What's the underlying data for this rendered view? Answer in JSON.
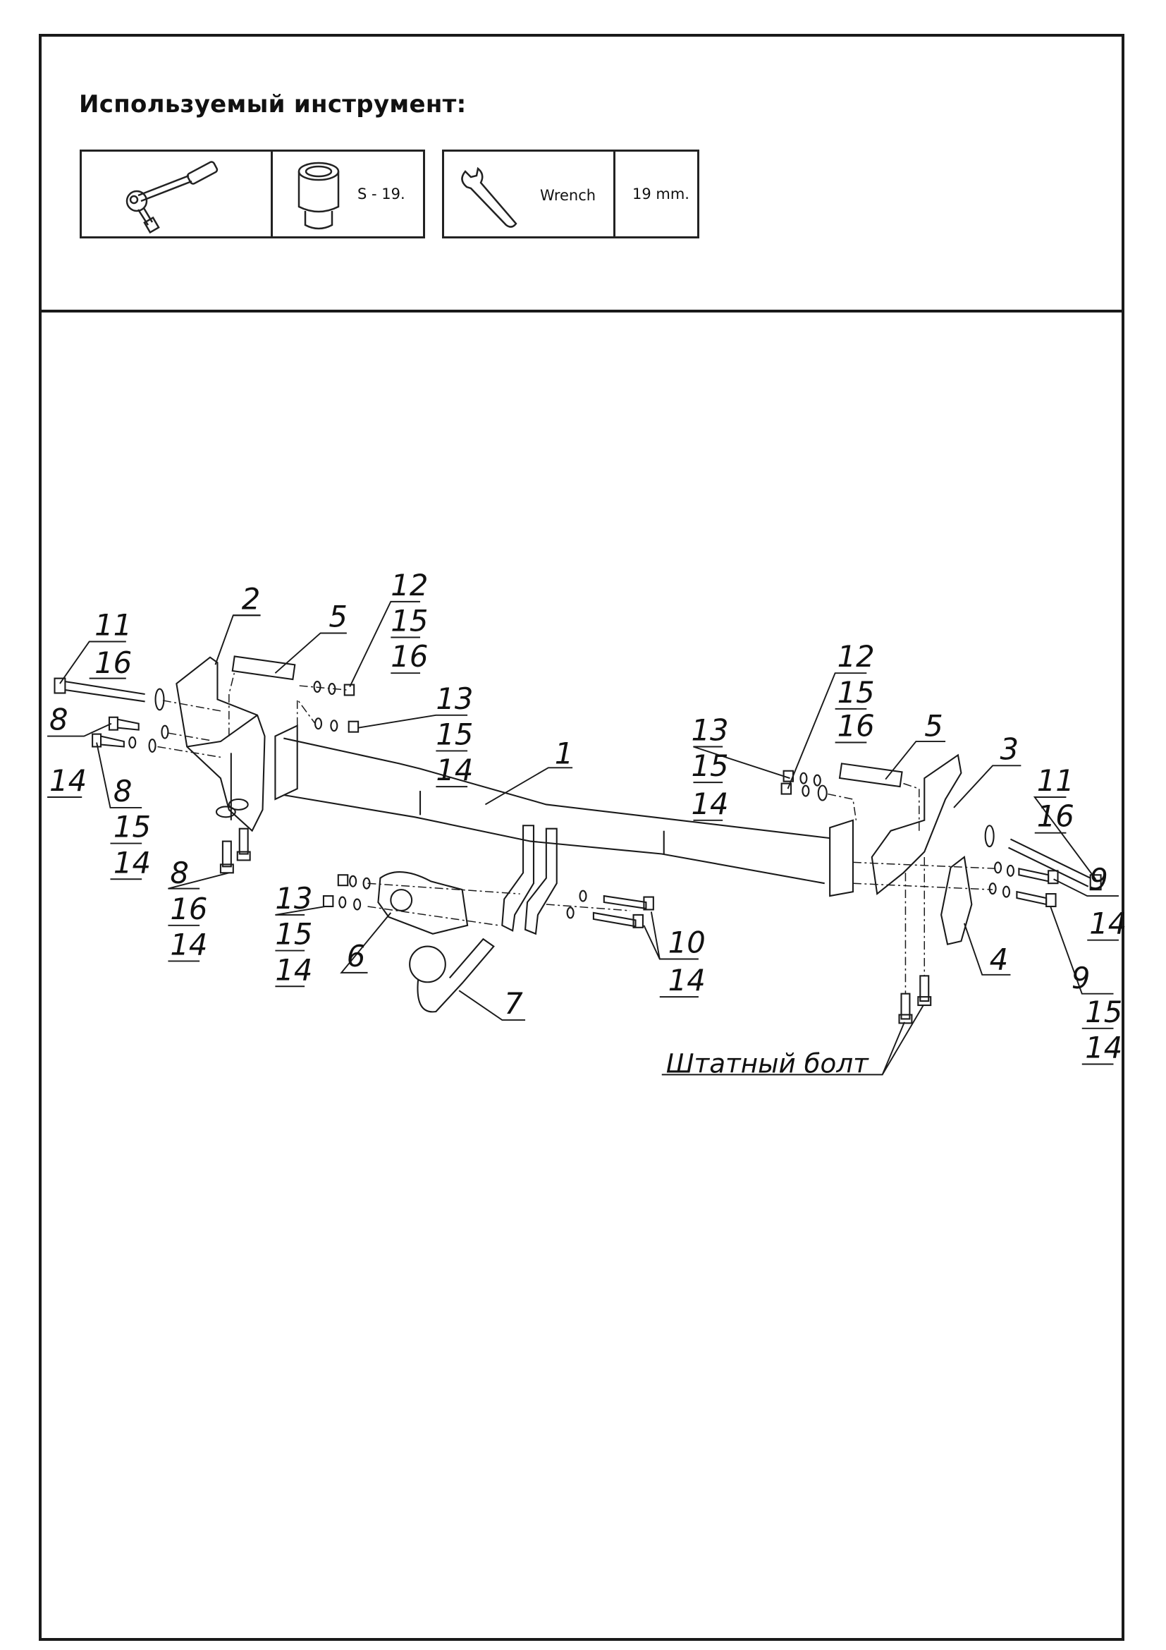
{
  "header": {
    "title": "Используемый инструмент:"
  },
  "tools": [
    {
      "icon": "ratchet-icon",
      "socket_icon": "socket-icon",
      "size": "S - 19."
    },
    {
      "icon": "wrench-icon",
      "name": "Wrench",
      "size": "19 mm."
    }
  ],
  "diagram": {
    "callouts": {
      "c11a": [
        "11",
        "16"
      ],
      "c2": [
        "2"
      ],
      "c5a": [
        "5"
      ],
      "c12a": [
        "12",
        "15",
        "16"
      ],
      "c13a": [
        "13",
        "15",
        "14"
      ],
      "c8a": [
        "8",
        "14"
      ],
      "c8b": [
        "8",
        "15",
        "14"
      ],
      "c8c": [
        "8",
        "16",
        "14"
      ],
      "c13b": [
        "13",
        "15",
        "14"
      ],
      "c6": [
        "6"
      ],
      "c7": [
        "7"
      ],
      "c1": [
        "1"
      ],
      "c10": [
        "10",
        "14"
      ],
      "c12b": [
        "12",
        "15",
        "16"
      ],
      "c13c": [
        "13",
        "15",
        "14"
      ],
      "c5b": [
        "5"
      ],
      "c3": [
        "3"
      ],
      "c11b": [
        "11",
        "16"
      ],
      "c9a": [
        "9",
        "14"
      ],
      "c9b": [
        "9",
        "15",
        "14"
      ],
      "c4": [
        "4"
      ]
    },
    "standard_bolt": "Штатный болт"
  }
}
